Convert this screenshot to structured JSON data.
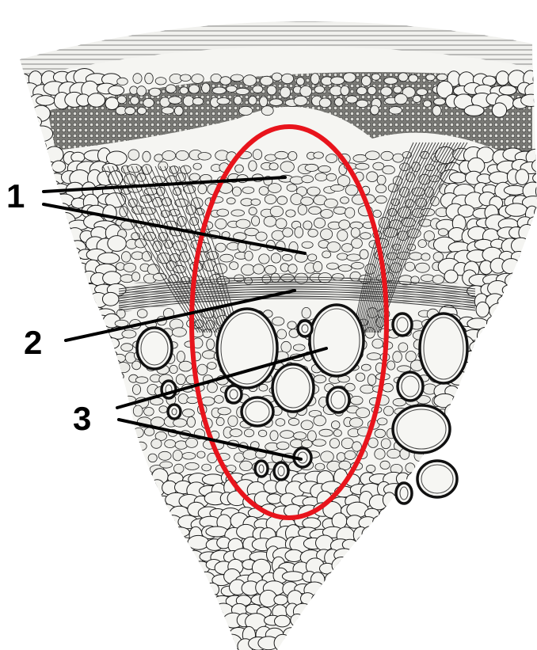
{
  "figure": {
    "labels": [
      "1",
      "2",
      "3"
    ],
    "highlight_color": "#e8141c",
    "ink_color": "#111111"
  }
}
